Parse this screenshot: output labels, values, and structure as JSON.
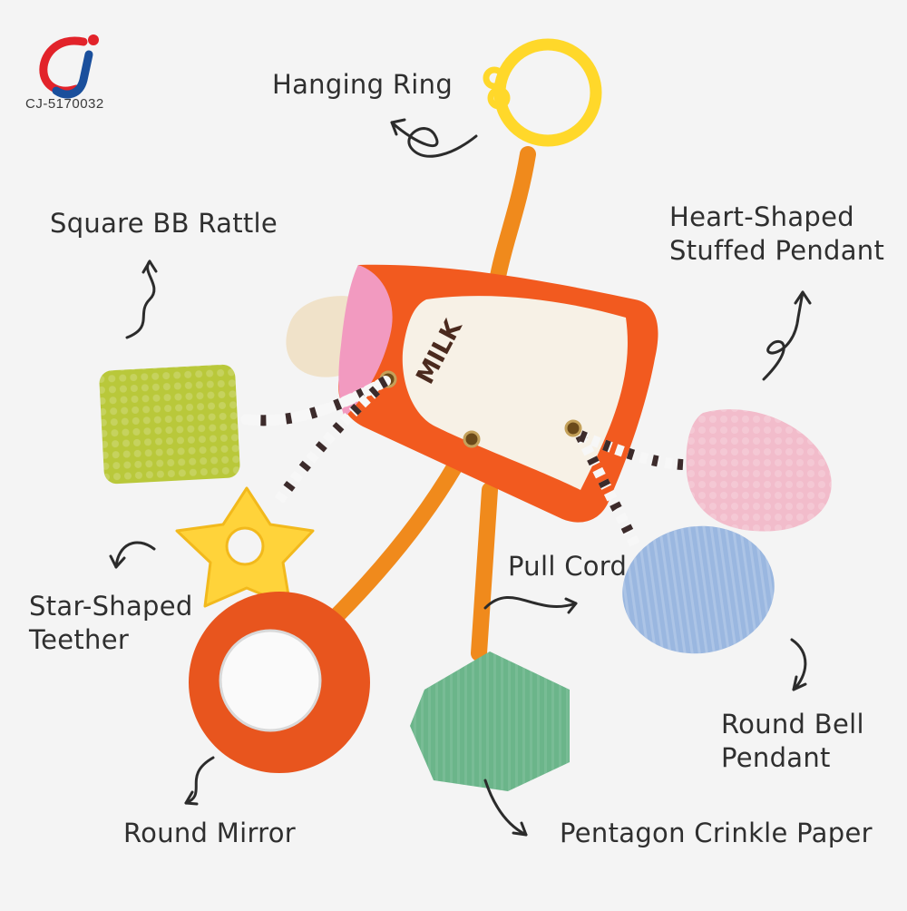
{
  "brand": {
    "sku": "CJ-5170032",
    "logo_mark": "cj"
  },
  "product": {
    "milk_text": "MILK"
  },
  "labels": {
    "hanging_ring": "Hanging Ring",
    "square_rattle": "Square BB Rattle",
    "heart_line1": "Heart-Shaped",
    "heart_line2": "Stuffed Pendant",
    "pull_cord": "Pull Cord",
    "star_line1": "Star-Shaped",
    "star_line2": "Teether",
    "round_bell_line1": "Round Bell",
    "round_bell_line2": "Pendant",
    "round_mirror": "Round Mirror",
    "pentagon": "Pentagon Crinkle Paper"
  },
  "colors": {
    "background": "#f4f4f4",
    "brand_red": "#e2232a",
    "brand_blue": "#1a4f9c",
    "ring_yellow": "#ffd82a",
    "strap_orange": "#f08a1c",
    "body_orange": "#f25a1f",
    "rattle_green": "#b9c83a",
    "heart_pink": "#f2bccb",
    "bell_blue": "#9ab7e0",
    "teether_yellow": "#ffd33a",
    "mirror_orange": "#e8551e",
    "pentagon_green": "#6bb58a"
  }
}
